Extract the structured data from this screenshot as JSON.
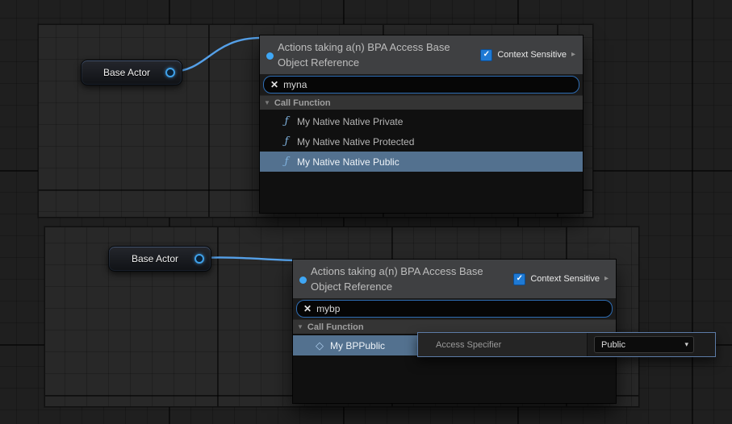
{
  "icons": {
    "check": "✓",
    "clear": "✕",
    "collapse": "▼",
    "chevron_right": "▸",
    "function": "ƒ",
    "diamond": "◇",
    "dropdown": "▾"
  },
  "nodes": {
    "top": {
      "label": "Base Actor"
    },
    "bottom": {
      "label": "Base Actor"
    }
  },
  "menu_top": {
    "title": "Actions taking a(n) BPA Access Base Object Reference",
    "context_sensitive_label": "Context Sensitive",
    "search_value": "myna",
    "category": "Call Function",
    "items": [
      {
        "label": "My Native Native Private",
        "selected": false
      },
      {
        "label": "My Native Native Protected",
        "selected": false
      },
      {
        "label": "My Native Native Public",
        "selected": true
      }
    ]
  },
  "menu_bottom": {
    "title": "Actions taking a(n) BPA Access Base Object Reference",
    "context_sensitive_label": "Context Sensitive",
    "search_value": "mybp",
    "category": "Call Function",
    "items": [
      {
        "label": "My BPPublic",
        "selected": true
      }
    ],
    "tooltip": {
      "label": "Access Specifier",
      "value": "Public"
    }
  },
  "colors": {
    "selection": "#53718f",
    "wire": "#55a0e8",
    "accent_blue": "#1f7ad4",
    "search_border": "#2e6db4",
    "header_gray": "#3f4042"
  }
}
